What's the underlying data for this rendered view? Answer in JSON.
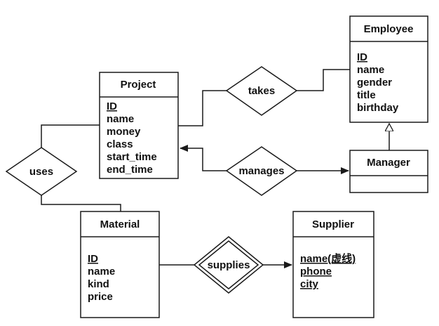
{
  "entities": {
    "employee": {
      "title": "Employee",
      "attrs": [
        "ID",
        "name",
        "gender",
        "title",
        "birthday"
      ]
    },
    "project": {
      "title": "Project",
      "attrs": [
        "ID",
        "name",
        "money",
        "class",
        "start_time",
        "end_time"
      ]
    },
    "manager": {
      "title": "Manager"
    },
    "material": {
      "title": "Material",
      "attrs": [
        "ID",
        "name",
        "kind",
        "price"
      ]
    },
    "supplier": {
      "title": "Supplier",
      "attrs": [
        "name(虚线)",
        "phone",
        "city"
      ]
    }
  },
  "relationships": {
    "takes": "takes",
    "manages": "manages",
    "uses": "uses",
    "supplies": "supplies"
  }
}
